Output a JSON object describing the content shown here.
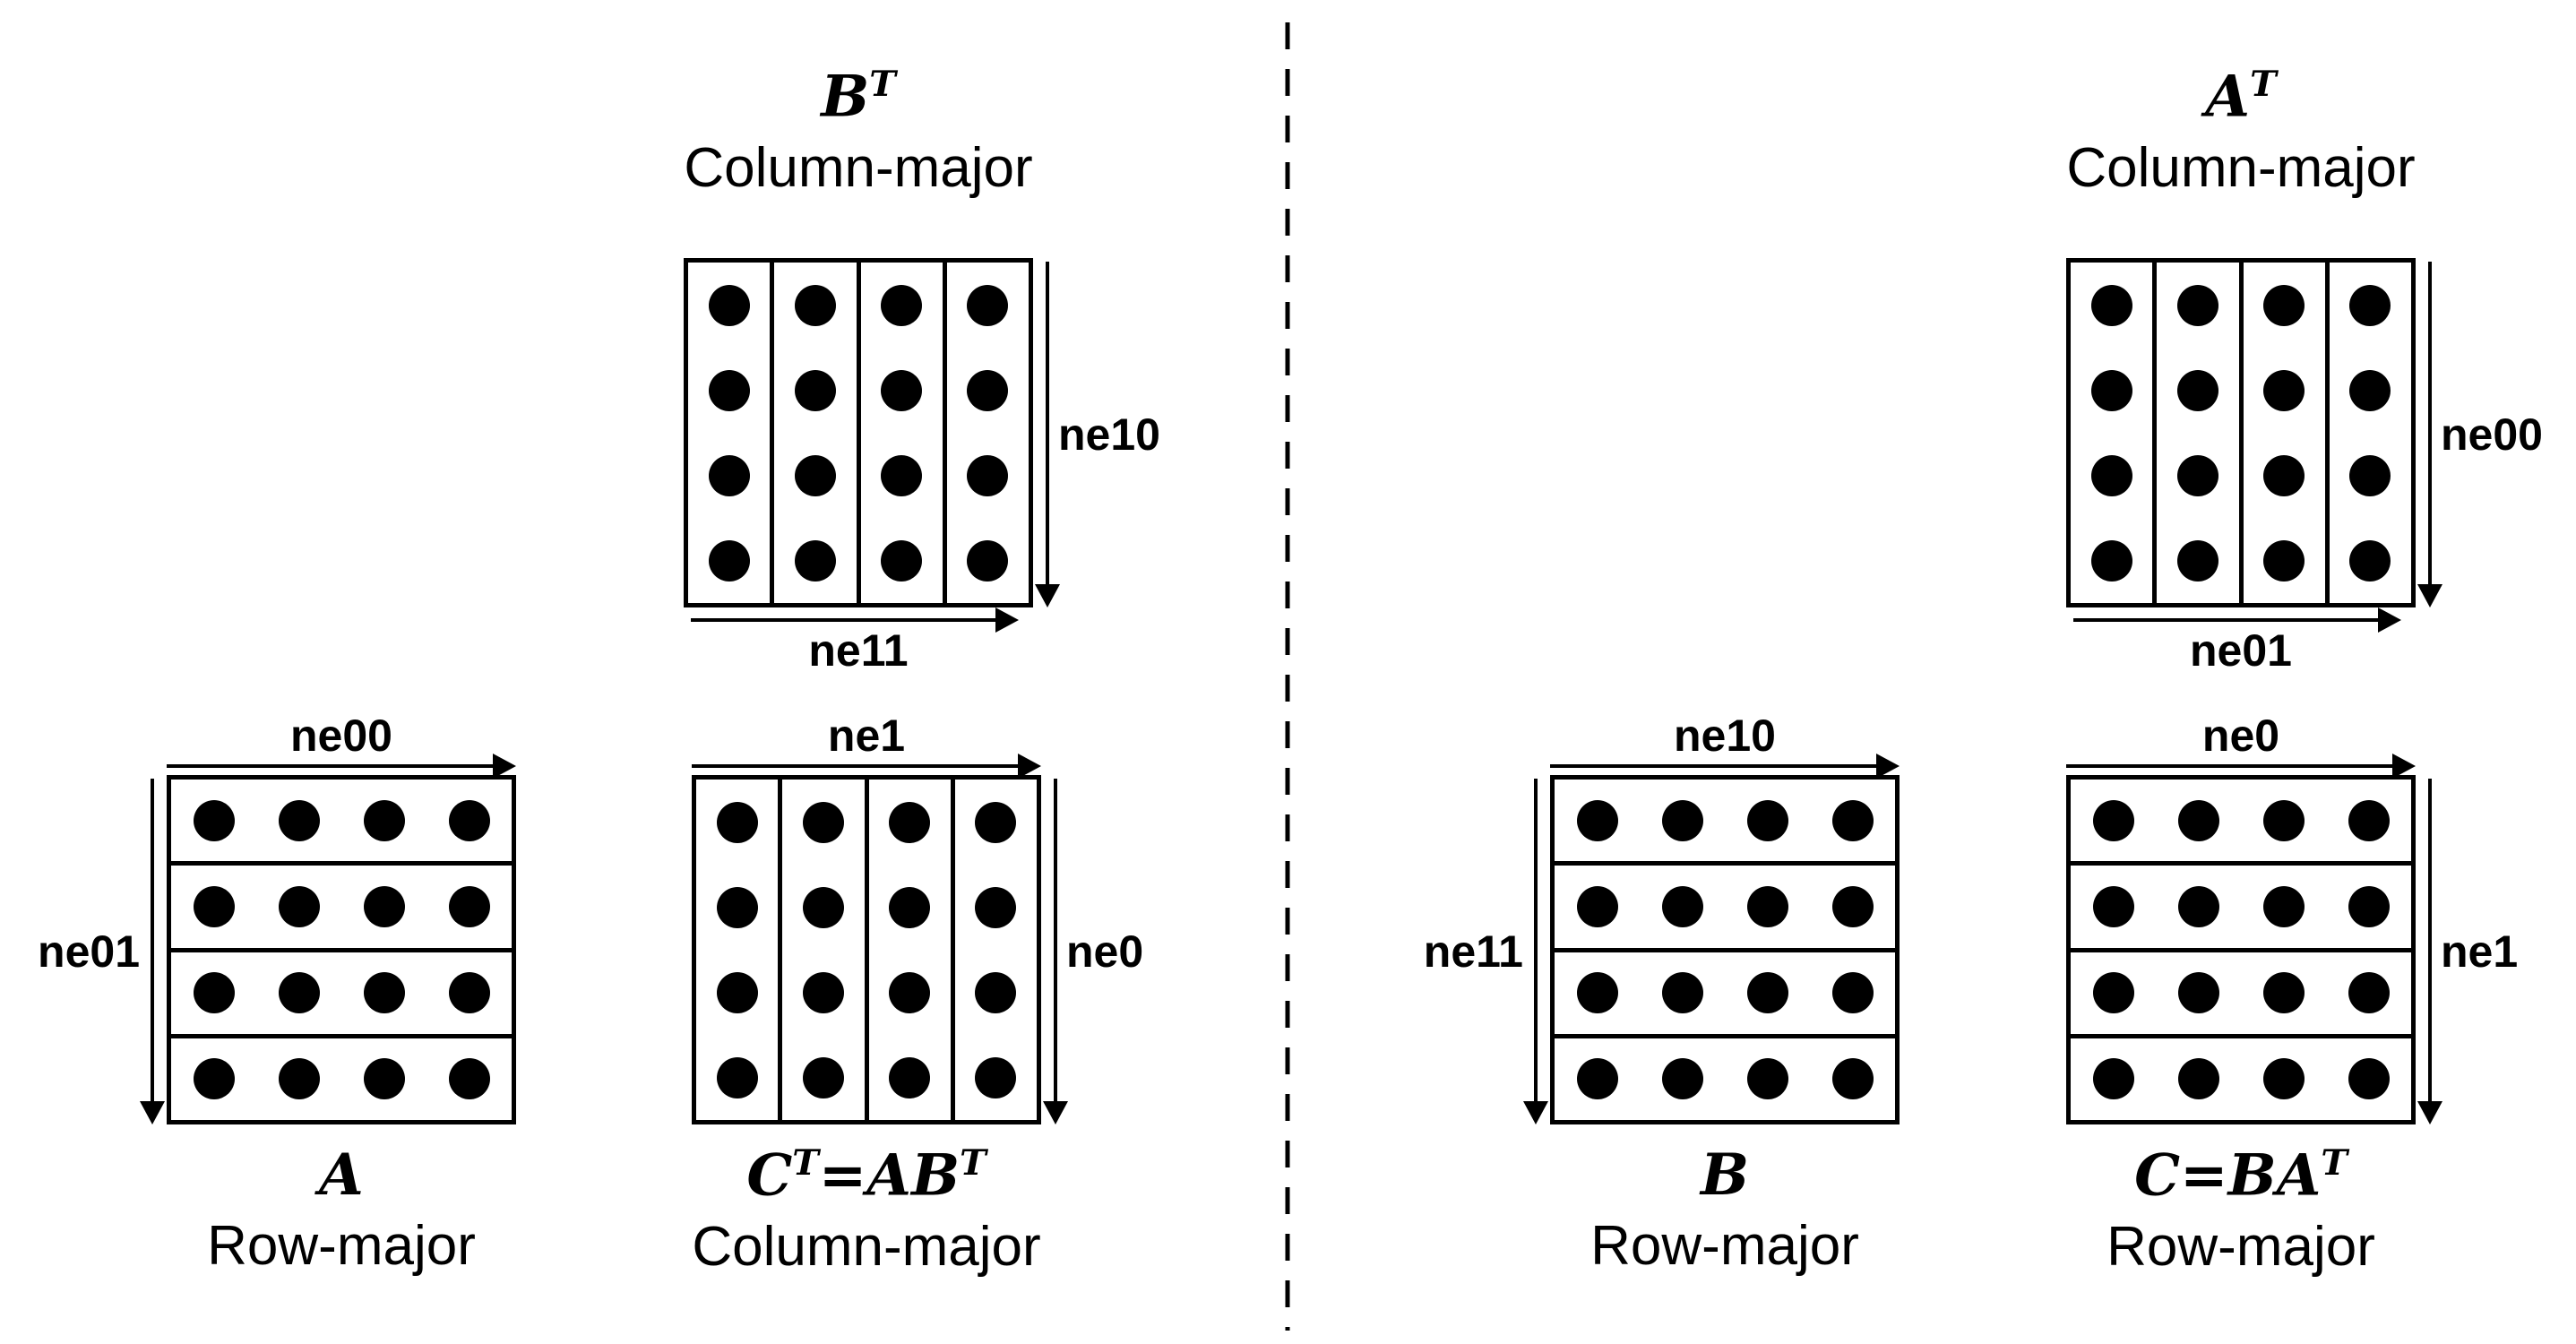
{
  "colors": {
    "ink": "#000000",
    "background": "#ffffff"
  },
  "matrix_grid": {
    "strips": 4,
    "dots_per_strip": 4
  },
  "panels": {
    "left": {
      "top_matrix": {
        "title": {
          "p1": "B",
          "s1": "T"
        },
        "layout": "Column-major",
        "right_label": "ne10",
        "bottom_label": "ne11"
      },
      "input_matrix": {
        "top_label": "ne00",
        "left_label": "ne01",
        "title": {
          "p1": "A"
        },
        "layout": "Row-major"
      },
      "output_matrix": {
        "top_label": "ne1",
        "right_label": "ne0",
        "title": {
          "p1": "C",
          "s1": "T",
          "p2": "=AB",
          "s2": "T"
        },
        "layout": "Column-major"
      }
    },
    "right": {
      "top_matrix": {
        "title": {
          "p1": "A",
          "s1": "T"
        },
        "layout": "Column-major",
        "right_label": "ne00",
        "bottom_label": "ne01"
      },
      "input_matrix": {
        "top_label": "ne10",
        "left_label": "ne11",
        "title": {
          "p1": "B"
        },
        "layout": "Row-major"
      },
      "output_matrix": {
        "top_label": "ne0",
        "right_label": "ne1",
        "title": {
          "p1": "C=BA",
          "s1": "T"
        },
        "layout": "Row-major"
      }
    }
  }
}
